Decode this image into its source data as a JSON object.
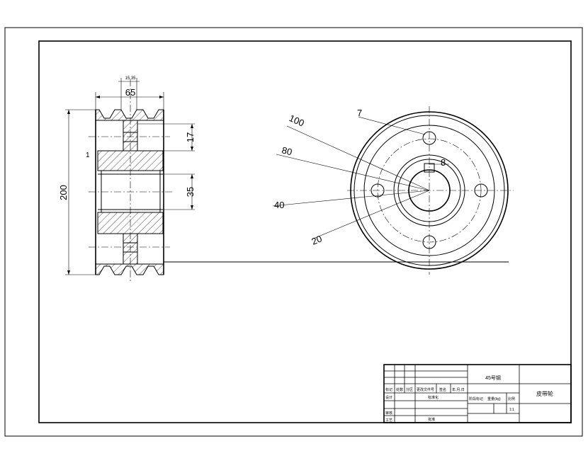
{
  "drawing": {
    "title": "皮带轮",
    "material": "45号钢",
    "scale": "1:1"
  },
  "dimensions": {
    "width": "65",
    "groove_pitch": "15.35",
    "outer_diameter": "200",
    "bore_diameter": "35",
    "spoke_hole": "17",
    "chamfer": "1",
    "d100": "100",
    "d80": "80",
    "d40": "40",
    "d20": "20",
    "hole": "7",
    "keyway": "8"
  },
  "title_block": {
    "row_labels": [
      "标记",
      "设计",
      "审核",
      "工艺"
    ],
    "header_cells": [
      "标记",
      "处数",
      "分区",
      "更改文件号",
      "签名",
      "年.月.日"
    ],
    "design_cell": "标准化",
    "approve_cell": "批准",
    "stage_label": "阶段标记",
    "weight_label": "重量(kg)",
    "scale_label": "比例"
  }
}
